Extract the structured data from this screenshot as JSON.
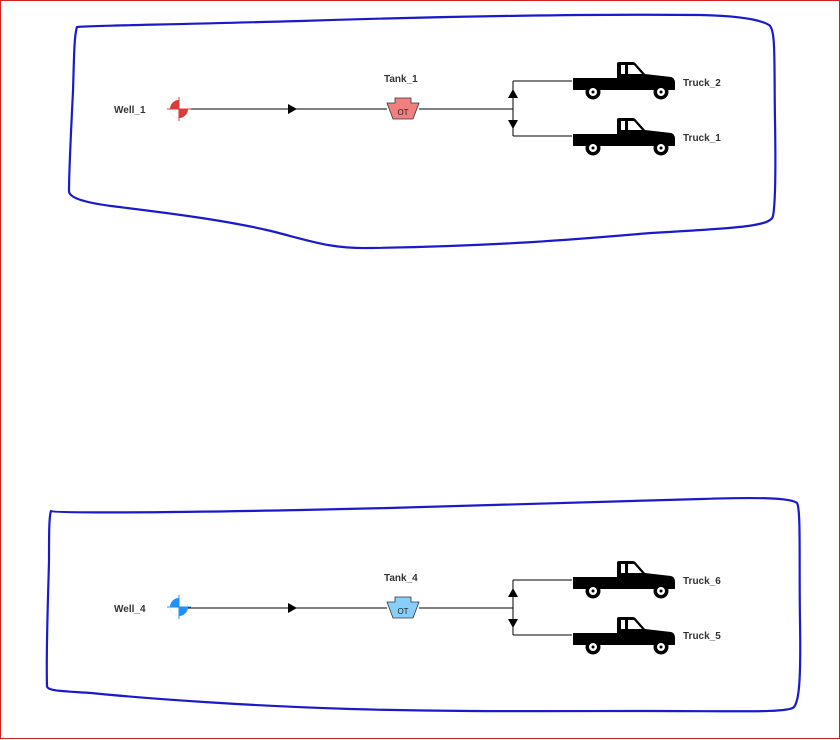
{
  "colors": {
    "border": "#d62020",
    "annotation": "#1a1acc",
    "well_red": "#d93a3a",
    "well_blue": "#1e90ff",
    "tank_red": "#f08080",
    "tank_blue": "#87cefa",
    "truck": "#000000"
  },
  "groups": [
    {
      "well": {
        "label": "Well_1",
        "icon": "well-icon",
        "color": "red"
      },
      "tank": {
        "label": "Tank_1",
        "badge": "OT",
        "icon": "tank-icon",
        "color": "red"
      },
      "trucks": [
        {
          "label": "Truck_2",
          "icon": "pickup-truck-icon"
        },
        {
          "label": "Truck_1",
          "icon": "pickup-truck-icon"
        }
      ]
    },
    {
      "well": {
        "label": "Well_4",
        "icon": "well-icon",
        "color": "blue"
      },
      "tank": {
        "label": "Tank_4",
        "badge": "OT",
        "icon": "tank-icon",
        "color": "blue"
      },
      "trucks": [
        {
          "label": "Truck_6",
          "icon": "pickup-truck-icon"
        },
        {
          "label": "Truck_5",
          "icon": "pickup-truck-icon"
        }
      ]
    }
  ]
}
